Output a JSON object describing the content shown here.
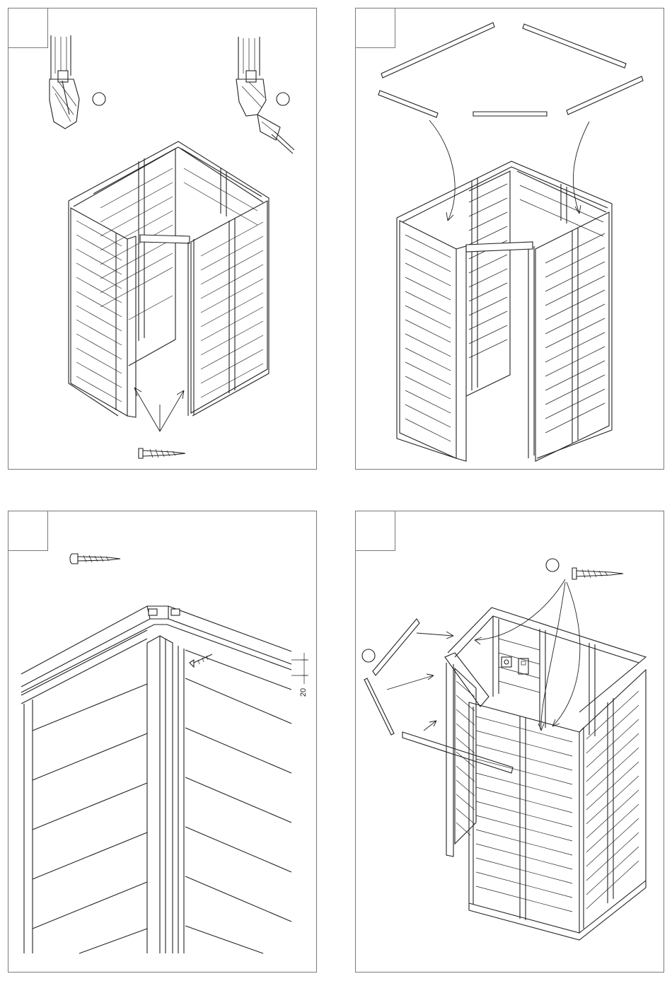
{
  "panels": [
    {
      "id": "p1",
      "step": ""
    },
    {
      "id": "p2",
      "step": ""
    },
    {
      "id": "p3",
      "step": "",
      "dimension": "20"
    },
    {
      "id": "p4",
      "step": ""
    }
  ]
}
